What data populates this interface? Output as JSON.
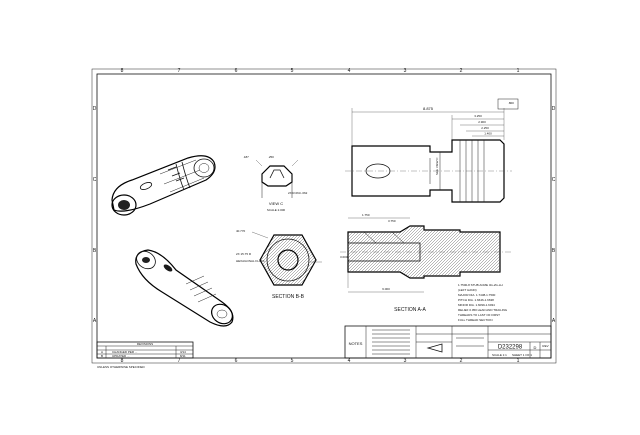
{
  "drawing": {
    "columns_top": [
      "8",
      "7",
      "6",
      "5",
      "4",
      "3",
      "2",
      "1"
    ],
    "columns_bottom": [
      "8",
      "7",
      "6",
      "5",
      "4",
      "3",
      "2",
      "1"
    ],
    "rows_left": [
      "D",
      "C",
      "B",
      "A"
    ],
    "rows_right": [
      "D",
      "C",
      "B",
      "A"
    ]
  },
  "views": {
    "view_c_label": "VIEW C",
    "view_c_scale": "SCALE 2.000",
    "section_bb_label": "SECTION B-B",
    "section_aa_label": "SECTION A-A",
    "see_view_c": "SEE VIEW C",
    "hex_note": "HEXAGONAL FLATS",
    "thread_note_lines": [
      "1.7500-8 STUB ACME 4G-2G-LH",
      "(LEFT HAND)",
      "MAJOR DIA. 1.7438-1.7500",
      "PITCH DIA. 1.6646-1.6638",
      "MINOR DIA. 1.6099-1.6034",
      "RELIEF 0.050 LEAD AND TRAILING",
      "THREADS TO LAST OF FIRST",
      "FULL THREAD SECTION"
    ]
  },
  "dimensions": {
    "top": [
      "8.875",
      "3.250",
      "2.900",
      "2.250",
      "1.400",
      ".800"
    ],
    "section_aa": [
      "6.000",
      "1.750",
      "3.750",
      "3.000"
    ],
    "view_c": [
      ".187",
      ".250",
      "2X R.063-.062"
    ],
    "section_bb": [
      "40.770",
      "2X 15.75 R"
    ]
  },
  "title_block": {
    "notes_label": "NOTES",
    "drawing_number": "D232298",
    "scale_label": "SCALE 1:1",
    "sheet_label": "SHEET 1 OF 1",
    "rev_label": "REV",
    "size_label": "D",
    "revisions_header": "REVISIONS",
    "revision_rows": [
      [
        "A",
        "CHANGED PER ...",
        "3/14"
      ],
      [
        "B",
        "UPDATED ...",
        "8/11"
      ]
    ],
    "corner_note": "UNLESS OTHERWISE SPECIFIED"
  }
}
